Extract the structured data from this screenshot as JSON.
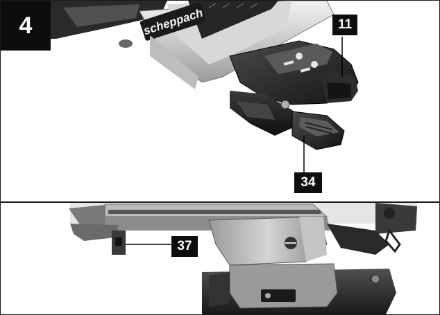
{
  "figure": {
    "number": "4"
  },
  "brand": {
    "name": "scheppach"
  },
  "callouts": {
    "c11": "11",
    "c34": "34",
    "c37": "37"
  }
}
